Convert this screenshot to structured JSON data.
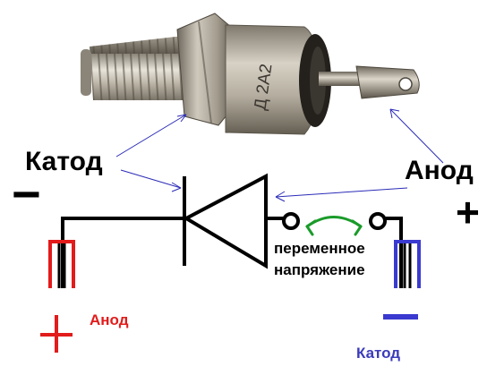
{
  "photo": {
    "marking": "Д 2А2"
  },
  "labels": {
    "cathode_top": "Катод",
    "anode_top": "Анод",
    "ac_voltage_line1": "переменное",
    "ac_voltage_line2": "напряжение",
    "anode_bottom": "Анод",
    "cathode_bottom": "Катод"
  },
  "signs": {
    "minus_top_left": "−",
    "plus_top_right": "+"
  },
  "colors": {
    "schematic": "#000000",
    "arrow_blue": "#2b2bb8",
    "arrow_green": "#1a9b2a",
    "red": "#e21b1b",
    "blue": "#3a3ad0",
    "label_blue": "#3b3bbb"
  }
}
